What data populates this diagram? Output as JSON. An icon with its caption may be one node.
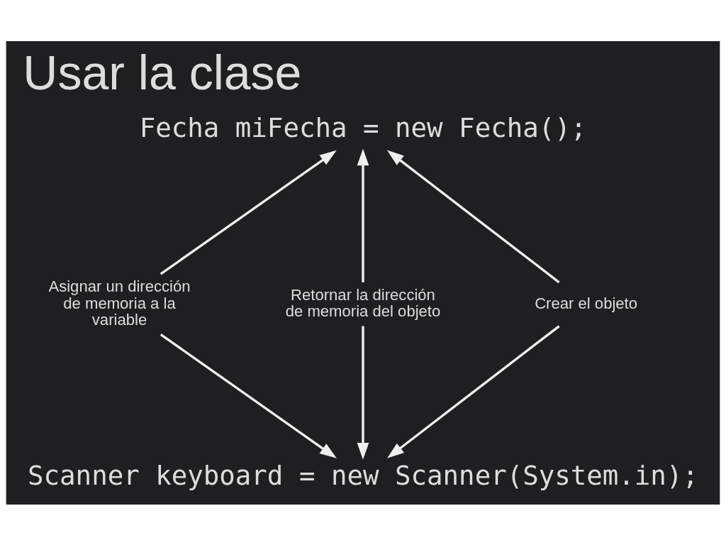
{
  "diagram": {
    "title": "Usar la clase",
    "nodes": [
      {
        "text": [
          "Fecha miFecha = new Fecha();"
        ]
      },
      {
        "text": [
          "Asignar un dirección de memoria a la variable"
        ]
      },
      {
        "text": [
          "Retornar la dirección de memoria del objeto"
        ]
      },
      {
        "text": [
          "Crear el objeto"
        ]
      },
      {
        "text": [
          "Scanner keyboard = new Scanner(System.in);"
        ]
      }
    ],
    "edges": [
      {
        "from": 1,
        "to": 0,
        "arrow": "to"
      },
      {
        "from": 2,
        "to": 0,
        "arrow": "to"
      },
      {
        "from": 3,
        "to": 0,
        "arrow": "to"
      },
      {
        "from": 1,
        "to": 4,
        "arrow": "to"
      },
      {
        "from": 2,
        "to": 4,
        "arrow": "to"
      },
      {
        "from": 3,
        "to": 4,
        "arrow": "to"
      }
    ]
  }
}
